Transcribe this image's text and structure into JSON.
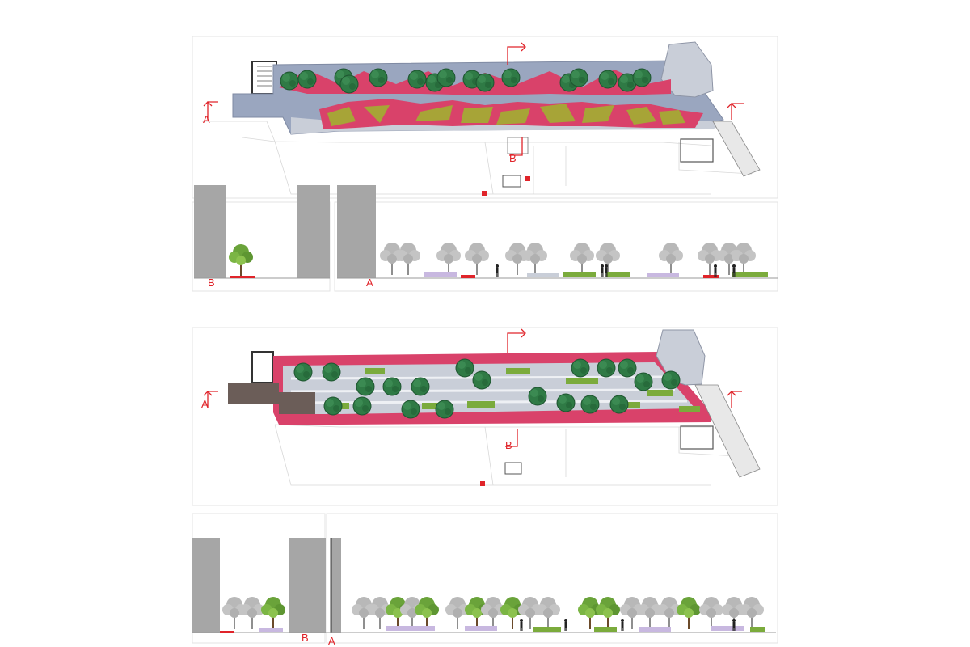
{
  "colors": {
    "section_arrow": "#e0242a",
    "paving_blue": "#9aa6bf",
    "paving_light": "#c9ced8",
    "planting_pink": "#d9426a",
    "planting_olive": "#a7a437",
    "hedge_green": "#7bab3c",
    "tree_canopy": "#2f7a45",
    "elevation_grey": "#b3b3b3",
    "building_grey": "#a6a6a6",
    "deck_brown": "#6b5d58"
  },
  "labels": {
    "plan1_section_a": "A",
    "plan1_section_b": "B",
    "elev1_label_b": "B",
    "elev1_label_a": "A",
    "plan2_section_a": "A",
    "plan2_section_b": "B",
    "elev2_label_b": "B",
    "elev2_label_a": "A"
  },
  "icons": [
    "section-arrow-icon",
    "tree-canopy-icon",
    "elevation-tree-icon",
    "human-figure-icon"
  ]
}
